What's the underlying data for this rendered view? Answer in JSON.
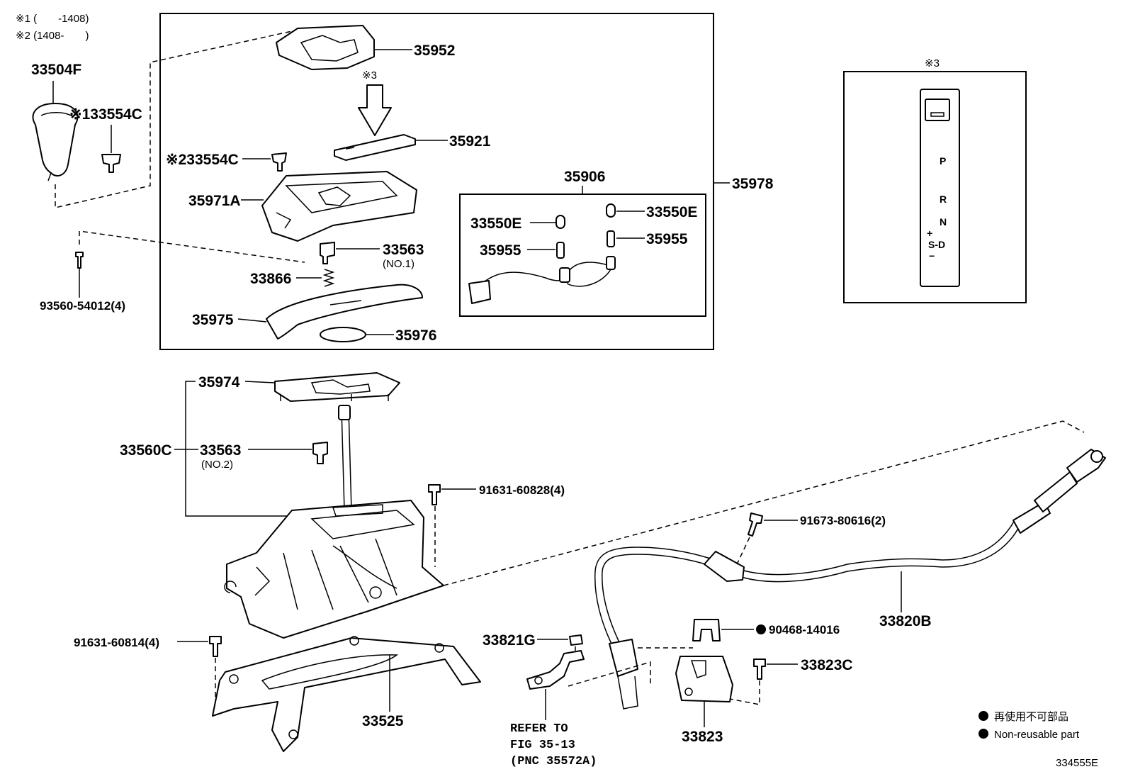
{
  "notes": {
    "note1": "※1 (　　-1408)",
    "note2": "※2 (1408-　　)"
  },
  "parts": {
    "p33504F": "33504F",
    "p33554C_1": "※133554C",
    "p33554C_2": "※233554C",
    "p93560": "93560-54012(4)",
    "p35952": "35952",
    "ref3": "※3",
    "p35921": "35921",
    "p35971A": "35971A",
    "p33563_1": "33563",
    "p33563_1_sub": "(NO.1)",
    "p33866": "33866",
    "p35975": "35975",
    "p35976": "35976",
    "p35906": "35906",
    "p33550E_a": "33550E",
    "p33550E_b": "33550E",
    "p35955_a": "35955",
    "p35955_b": "35955",
    "p35978": "35978",
    "p35974": "35974",
    "p33560C": "33560C",
    "p33563_2": "33563",
    "p33563_2_sub": "(NO.2)",
    "p91631_828": "91631-60828(4)",
    "p91673": "91673-80616(2)",
    "p33820B": "33820B",
    "p91631_814": "91631-60814(4)",
    "p33525": "33525",
    "p33821G": "33821G",
    "ref_fig_1": "REFER TO",
    "ref_fig_2": "FIG 35-13",
    "ref_fig_3": "(PNC 35572A)",
    "p90468": "90468-14016",
    "p33823C": "33823C",
    "p33823": "33823"
  },
  "inset": {
    "title": "※3",
    "shift_labels": [
      "P",
      "R",
      "N",
      "+",
      "S-D",
      "−"
    ]
  },
  "legend": {
    "jp": "再使用不可部品",
    "en": "Non-reusable part"
  },
  "figure_id": "334555E"
}
